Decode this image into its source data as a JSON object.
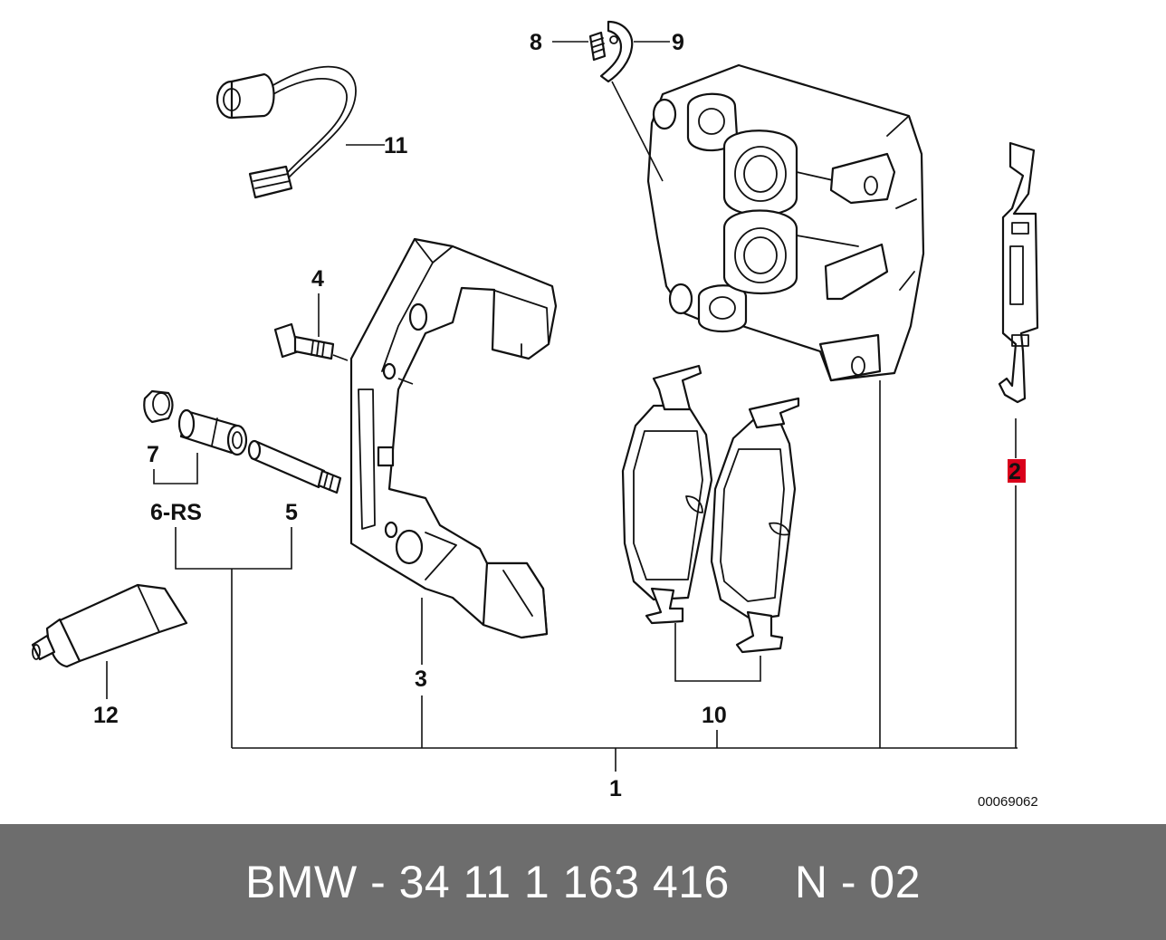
{
  "diagram": {
    "labels": {
      "p1": "1",
      "p2": "2",
      "p3": "3",
      "p4": "4",
      "p5": "5",
      "p6": "6-RS",
      "p7": "7",
      "p8": "8",
      "p9": "9",
      "p10": "10",
      "p11": "11",
      "p12": "12"
    },
    "highlighted_label": "2",
    "highlight_color": "#d9001b",
    "reference_code": "00069062"
  },
  "footer": {
    "brand": "BMW",
    "part_number": "34 11 1 163 416",
    "variant": "N - 02",
    "background_color": "#6d6d6d"
  }
}
